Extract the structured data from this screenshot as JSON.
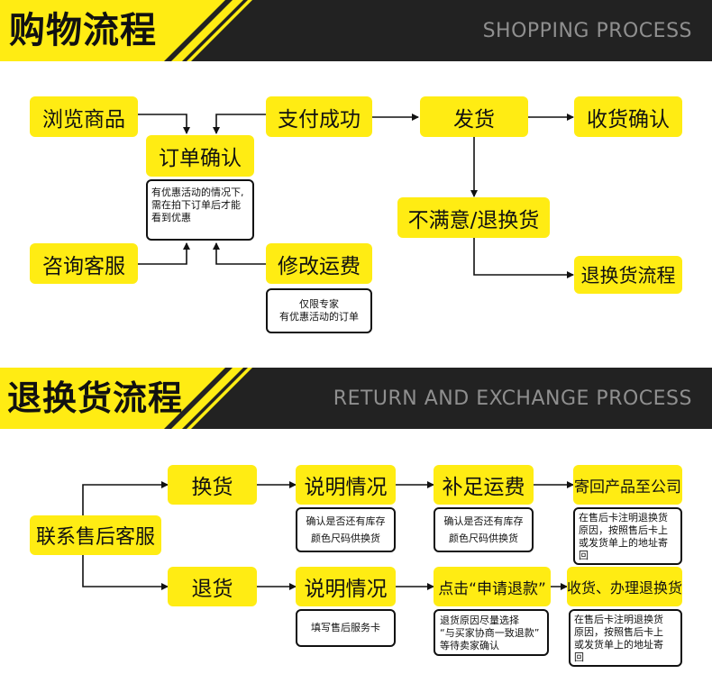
{
  "section1": {
    "title": "购物流程",
    "subtitle": "SHOPPING PROCESS",
    "steps": {
      "browse": "浏览商品",
      "confirm_order": "订单确认",
      "pay_success": "支付成功",
      "ship": "发货",
      "receive_confirm": "收货确认",
      "consult": "咨询客服",
      "modify_shipping": "修改运费",
      "unsatisfied": "不满意/退换货",
      "exchange_flow": "退换货流程"
    },
    "notes": {
      "discount": [
        "有优惠活动的情况下,",
        "需在拍下订单后才能",
        "看到优惠"
      ],
      "limited": [
        "仅限专家",
        "有优惠活动的订单"
      ]
    }
  },
  "section2": {
    "title": "退换货流程",
    "subtitle": "RETURN AND EXCHANGE PROCESS",
    "steps": {
      "contact": "联系售后客服",
      "exchange": "换货",
      "return": "退货",
      "explain_1": "说明情况",
      "explain_2": "说明情况",
      "add_shipping": "补足运费",
      "send_back": "寄回产品至公司",
      "apply_refund": "点击“申请退款”",
      "receive_process": "收货、办理退换货"
    },
    "notes": {
      "stock_1": [
        "确认是否还有库存",
        "颜色尺码供换货"
      ],
      "stock_2": [
        "确认是否还有库存",
        "颜色尺码供换货"
      ],
      "after_sale_card": [
        "填写售后服务卡"
      ],
      "card_reason_1": [
        "在售后卡注明退换货",
        "原因，按照售后卡上",
        "或发货单上的地址寄",
        "回"
      ],
      "negotiate": [
        "退货原因尽量选择",
        "“与买家协商一致退款”",
        "等待卖家确认"
      ],
      "card_reason_2": [
        "在售后卡注明退换货",
        "原因，按照售后卡上",
        "或发货单上的地址寄",
        "回"
      ]
    }
  },
  "colors": {
    "yellow": "#ffec13",
    "banner_dark": "#222222",
    "subtitle_gray": "#8f8f8f",
    "line": "#111111"
  }
}
